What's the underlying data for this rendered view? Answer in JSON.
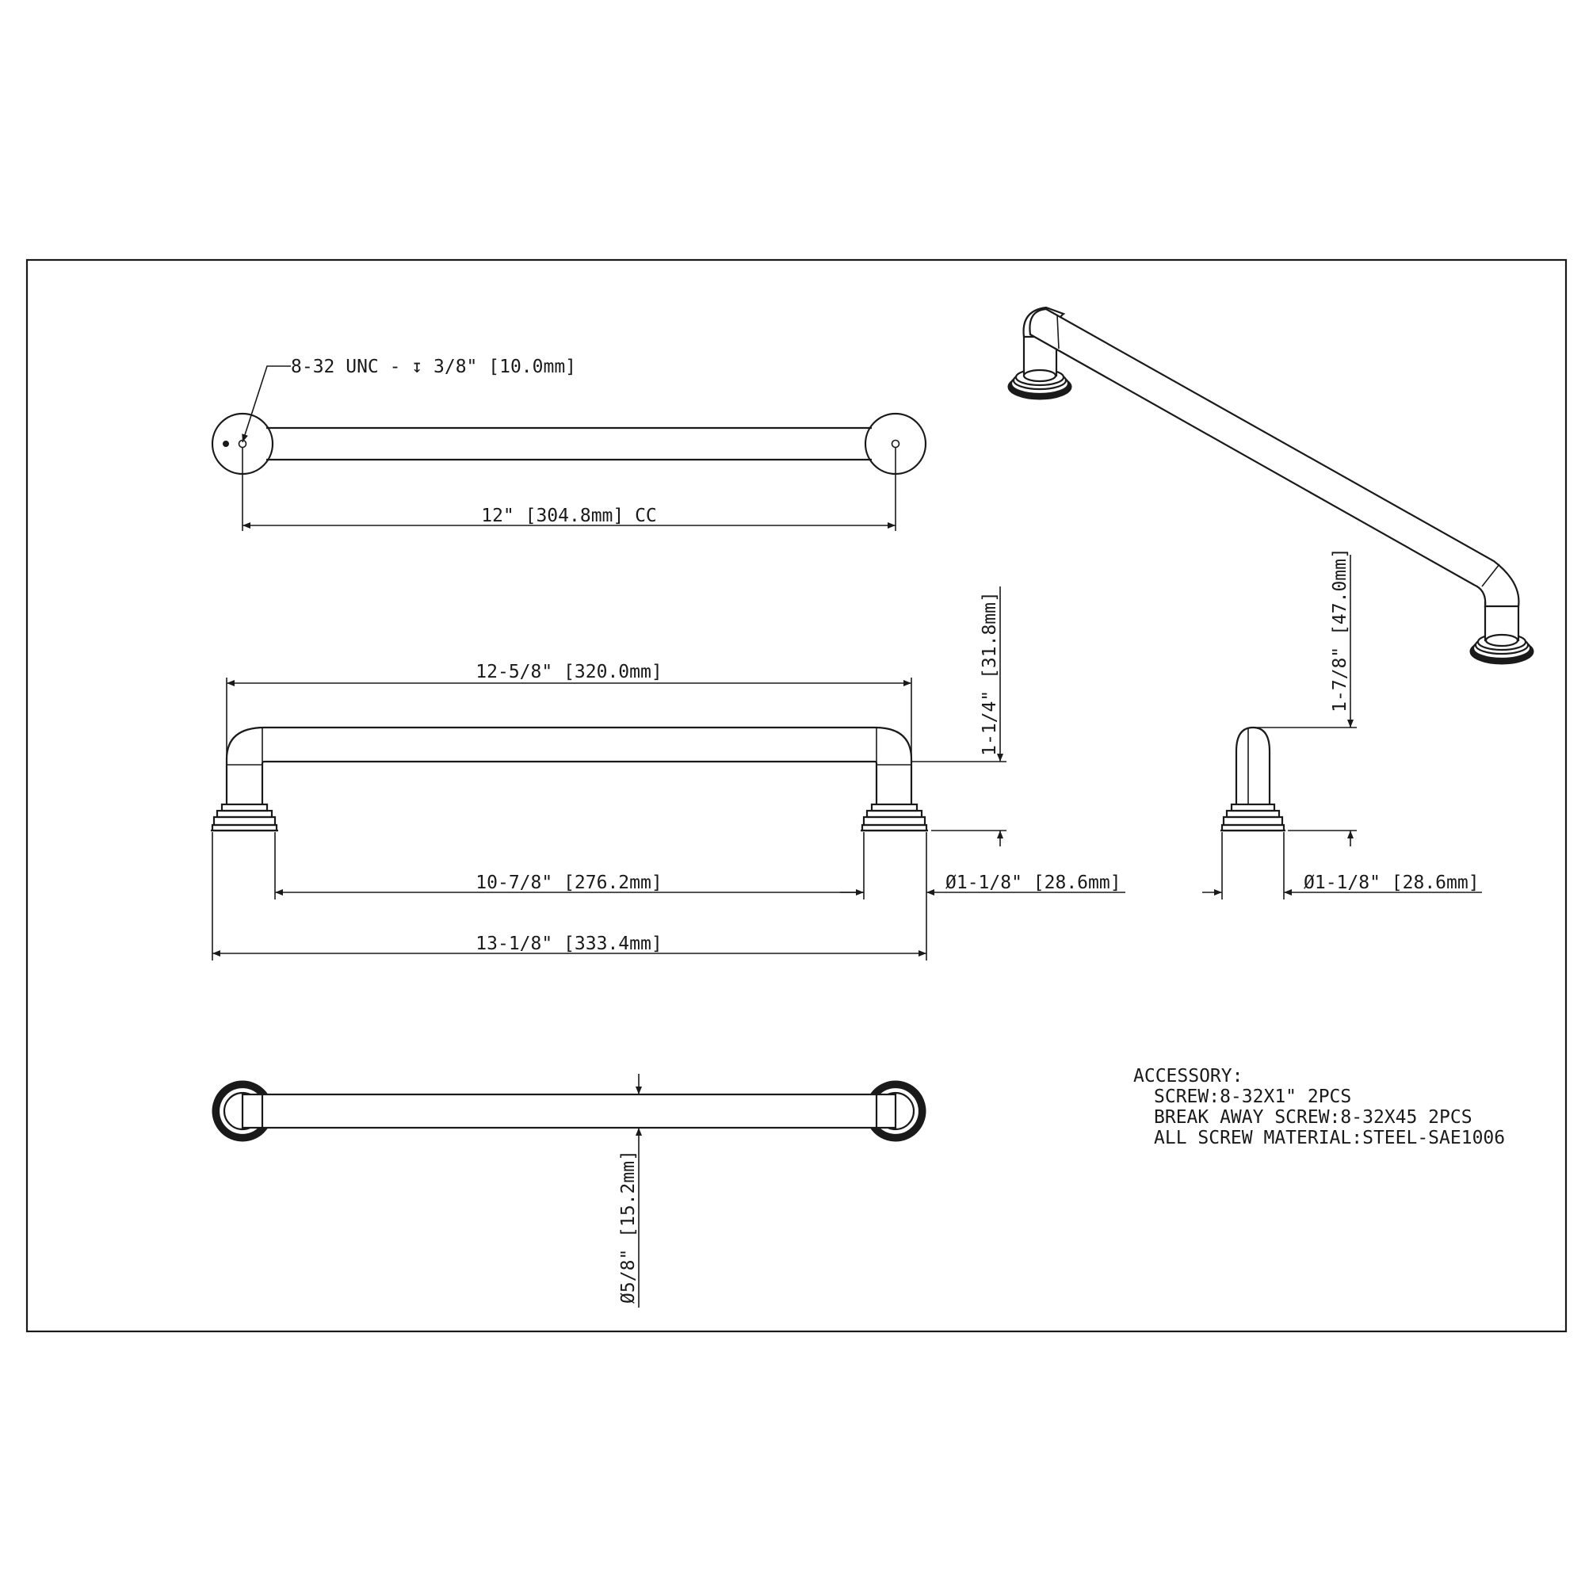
{
  "drawing": {
    "thread_note": "8-32 UNC - ↧ 3/8\" [10.0mm]",
    "center_to_center": "12\" [304.8mm] CC",
    "overall_handle_length": "12-5/8\" [320.0mm]",
    "inner_span": "10-7/8\" [276.2mm]",
    "overall_length": "13-1/8\" [333.4mm]",
    "base_diameter_front": "Ø1-1/8\" [28.6mm]",
    "base_diameter_side": "Ø1-1/8\" [28.6mm]",
    "projection_height": "1-1/4\" [31.8mm]",
    "total_height": "1-7/8\" [47.0mm]",
    "bar_diameter": "Ø5/8\" [15.2mm]"
  },
  "accessory": {
    "title": "ACCESSORY:",
    "line1": "SCREW:8-32X1\" 2PCS",
    "line2": "BREAK AWAY SCREW:8-32X45 2PCS",
    "line3": "ALL SCREW MATERIAL:STEEL-SAE1006"
  }
}
